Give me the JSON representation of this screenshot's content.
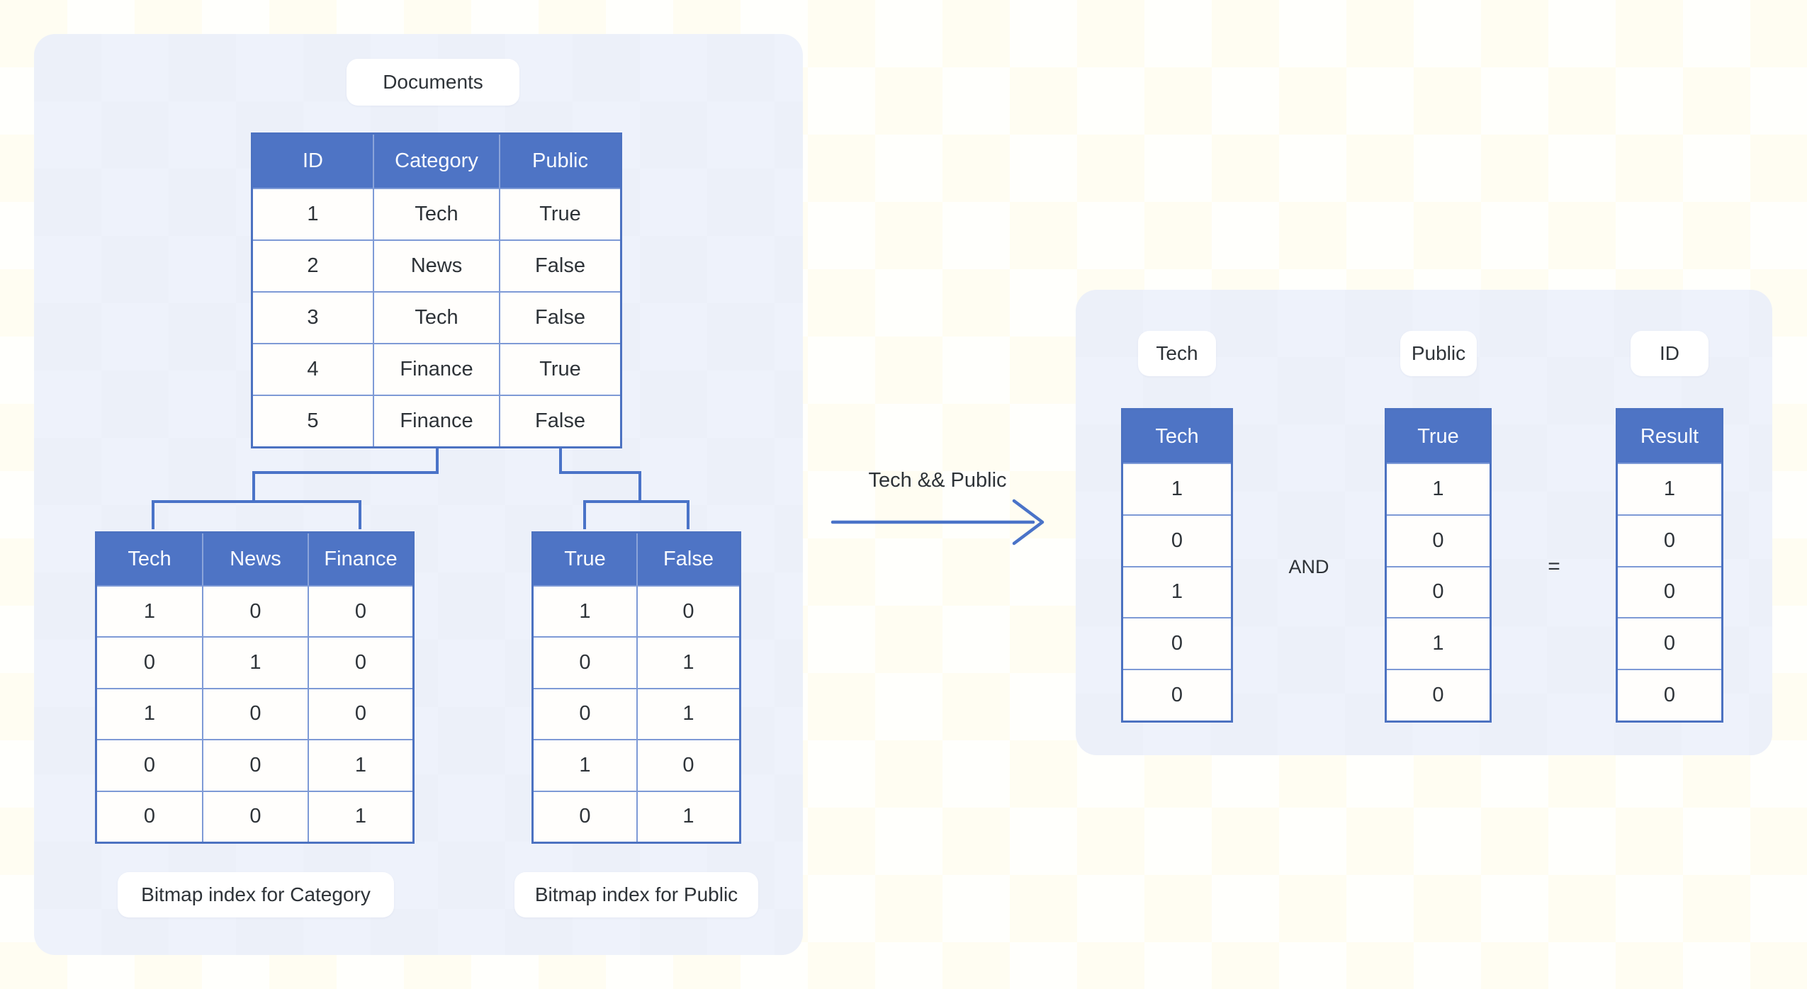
{
  "colors": {
    "page_background": "#FFFEF7",
    "panel_background": "#EDF1FA",
    "header_blue": "#4E74C5",
    "table_border": "#4C72C1",
    "row_border_light": "#7E9AD6",
    "connector_blue": "#4A73C8",
    "text_dark": "#2E3338"
  },
  "left_panel": {
    "documents_label": "Documents",
    "documents_table": {
      "headers": [
        "ID",
        "Category",
        "Public"
      ],
      "rows": [
        [
          "1",
          "Tech",
          "True"
        ],
        [
          "2",
          "News",
          "False"
        ],
        [
          "3",
          "Tech",
          "False"
        ],
        [
          "4",
          "Finance",
          "True"
        ],
        [
          "5",
          "Finance",
          "False"
        ]
      ]
    },
    "category_index": {
      "headers": [
        "Tech",
        "News",
        "Finance"
      ],
      "rows": [
        [
          "1",
          "0",
          "0"
        ],
        [
          "0",
          "1",
          "0"
        ],
        [
          "1",
          "0",
          "0"
        ],
        [
          "0",
          "0",
          "1"
        ],
        [
          "0",
          "0",
          "1"
        ]
      ]
    },
    "public_index": {
      "headers": [
        "True",
        "False"
      ],
      "rows": [
        [
          "1",
          "0"
        ],
        [
          "0",
          "1"
        ],
        [
          "0",
          "1"
        ],
        [
          "1",
          "0"
        ],
        [
          "0",
          "1"
        ]
      ]
    },
    "category_caption": "Bitmap index for Category",
    "public_caption": "Bitmap index for Public"
  },
  "operation": {
    "label": "Tech && Public"
  },
  "right_panel": {
    "tech_label": "Tech",
    "public_label": "Public",
    "id_label": "ID",
    "tech_column": {
      "header": "Tech",
      "values": [
        "1",
        "0",
        "1",
        "0",
        "0"
      ]
    },
    "public_column": {
      "header": "True",
      "values": [
        "1",
        "0",
        "0",
        "1",
        "0"
      ]
    },
    "result_column": {
      "header": "Result",
      "values": [
        "1",
        "0",
        "0",
        "0",
        "0"
      ]
    },
    "and_operator": "AND",
    "equals_operator": "="
  }
}
